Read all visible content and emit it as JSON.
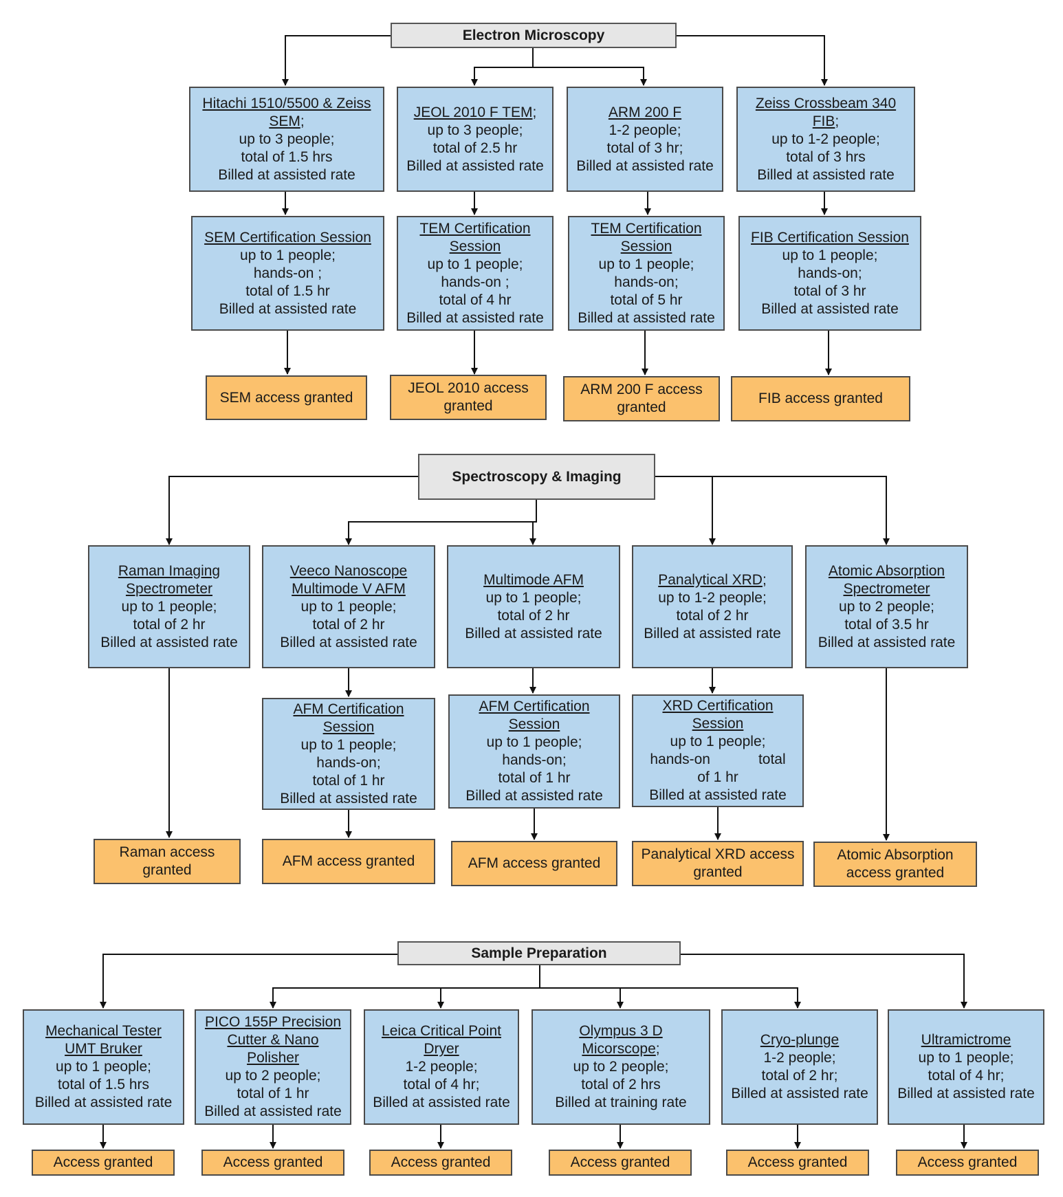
{
  "em": {
    "title": "Electron Microscopy",
    "instruments": [
      {
        "name1": "Hitachi 1510/5500 & Zeiss",
        "name2": "SEM",
        "suffix": ";",
        "l1": "up to 3 people;",
        "l2": "total of 1.5 hrs",
        "l3": "Billed at assisted rate"
      },
      {
        "name1": " JEOL 2010 F TEM",
        "name2": "",
        "suffix": ";",
        "l1": "up to 3 people;",
        "l2": "total of 2.5 hr",
        "l3": "Billed at assisted rate"
      },
      {
        "name1": "ARM 200 F",
        "name2": "",
        "suffix": "",
        "l1": "1-2 people;",
        "l2": "total of 3 hr;",
        "l3": "Billed at assisted rate"
      },
      {
        "name1": " Zeiss Crossbeam 340",
        "name2": "FIB",
        "suffix": ";",
        "l1": "up to 1-2 people;",
        "l2": "total of 3 hrs",
        "l3": "Billed at assisted rate"
      }
    ],
    "certs": [
      {
        "name1": "SEM Certification Session",
        "name2": "",
        "l1": "up to 1 people;",
        "l2": "hands-on ;",
        "l3": "total of 1.5 hr",
        "l4": "Billed at assisted rate"
      },
      {
        "name1": "TEM Certification",
        "name2": "Session",
        "l1": "up to 1 people;",
        "l2": "hands-on ;",
        "l3": "total of 4 hr",
        "l4": "Billed at assisted rate"
      },
      {
        "name1": "TEM Certification",
        "name2": "Session",
        "l1": "up to 1 people;",
        "l2": "hands-on;",
        "l3": "total of 5 hr",
        "l4": "Billed at assisted rate"
      },
      {
        "name1": "FIB Certification Session",
        "name2": "",
        "l1": "up to 1 people;",
        "l2": "hands-on;",
        "l3": "total of 3 hr",
        "l4": "Billed at assisted rate"
      }
    ],
    "access": [
      {
        "l1": "SEM access granted",
        "l2": ""
      },
      {
        "l1": "JEOL 2010 access",
        "l2": "granted"
      },
      {
        "l1": "ARM 200 F access",
        "l2": "granted"
      },
      {
        "l1": "FIB access granted",
        "l2": ""
      }
    ]
  },
  "si": {
    "title": "Spectroscopy & Imaging",
    "instruments": [
      {
        "name1": "Raman Imaging",
        "name2": "Spectrometer",
        "suffix": "",
        "l1": "up to 1 people;",
        "l2": "total of 2 hr",
        "l3": "Billed at assisted rate"
      },
      {
        "name1": "Veeco Nanoscope",
        "name2": "Multimode V AFM",
        "suffix": "",
        "l1": "up to 1 people;",
        "l2": "total of 2 hr",
        "l3": "Billed at assisted rate"
      },
      {
        "name1": "Multimode AFM",
        "name2": "",
        "suffix": "",
        "l1": "up to 1 people;",
        "l2": "total of 2 hr",
        "l3": "Billed at assisted rate"
      },
      {
        "name1": "Panalytical XRD",
        "name2": "",
        "suffix": ";",
        "l1": "up to 1-2 people;",
        "l2": "total of 2 hr",
        "l3": "Billed at assisted rate"
      },
      {
        "name1": "Atomic Absorption",
        "name2": "Spectrometer",
        "suffix": "",
        "l1": "up to 2 people;",
        "l2": "total of 3.5 hr",
        "l3": "Billed at assisted rate"
      }
    ],
    "certs": [
      {
        "name1": "AFM Certification",
        "name2": "Session",
        "l1": "up to 1 people;",
        "l2": "hands-on;",
        "l3": "total of 1 hr",
        "l4": "Billed at assisted rate"
      },
      {
        "name1": "AFM Certification",
        "name2": "Session",
        "l1": "up to 1 people;",
        "l2": "hands-on;",
        "l3": "total of 1 hr",
        "l4": "Billed at assisted rate"
      },
      {
        "name1": "XRD Certification",
        "name2": "Session",
        "l1": "up to 1 people;",
        "l2": "hands-on            total",
        "l3": "of 1 hr",
        "l4": "Billed at assisted rate"
      }
    ],
    "access": [
      {
        "l1": "Raman access",
        "l2": "granted"
      },
      {
        "l1": "AFM access granted",
        "l2": ""
      },
      {
        "l1": "AFM access granted",
        "l2": ""
      },
      {
        "l1": "Panalytical XRD access",
        "l2": "granted"
      },
      {
        "l1": "Atomic Absorption",
        "l2": "access granted"
      }
    ]
  },
  "sp": {
    "title": "Sample Preparation",
    "instruments": [
      {
        "name1": "Mechanical Tester",
        "name2": "UMT Bruker",
        "name3": "",
        "suffix": "",
        "l1": "up to 1 people;",
        "l2": "total of 1.5 hrs",
        "l3": "Billed at assisted rate"
      },
      {
        "name1": " PICO 155P Precision",
        "name2": "Cutter & Nano",
        "name3": "Polisher",
        "suffix": "",
        "l1": "up to 2 people;",
        "l2": "total of 1 hr",
        "l3": "Billed at assisted rate"
      },
      {
        "name1": "Leica Critical Point",
        "name2": "Dryer",
        "name3": "",
        "suffix": "",
        "l1": "1-2 people;",
        "l2": "total of 4 hr;",
        "l3": "Billed at assisted rate"
      },
      {
        "name1": "Olympus 3 D",
        "name2": "Micorscope",
        "name3": "",
        "suffix": ";",
        "l1": "up to 2 people;",
        "l2": "total of 2 hrs",
        "l3": "Billed at training rate"
      },
      {
        "name1": "Cryo-plunge",
        "name2": "",
        "name3": "",
        "suffix": "",
        "l1": "1-2 people;",
        "l2": "total of 2 hr;",
        "l3": "Billed at assisted rate"
      },
      {
        "name1": "Ultramictrome",
        "name2": "",
        "name3": "",
        "suffix": "",
        "l1": "up to 1 people;",
        "l2": "total of 4 hr;",
        "l3": "Billed at assisted rate"
      }
    ],
    "access": [
      {
        "l1": "Access granted"
      },
      {
        "l1": "Access granted"
      },
      {
        "l1": "Access granted"
      },
      {
        "l1": "Access granted"
      },
      {
        "l1": "Access granted"
      },
      {
        "l1": "Access granted"
      }
    ]
  },
  "colors": {
    "instrument_fill": "#b7d6ee",
    "access_fill": "#fbc16d",
    "header_fill": "#e6e6e6"
  }
}
